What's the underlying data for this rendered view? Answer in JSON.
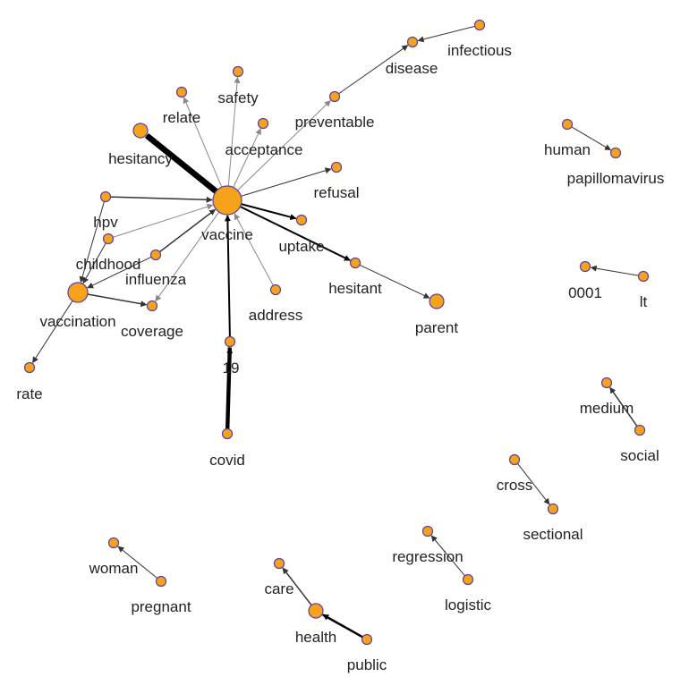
{
  "colors": {
    "node_fill": "#f7a21b",
    "node_stroke": "#5a3fa0",
    "edge_strong": "#000000",
    "edge_medium": "#333333",
    "edge_light": "#888888",
    "label": "#222222"
  },
  "nodes": [
    {
      "id": "vaccine",
      "label": "vaccine",
      "size": "xl"
    },
    {
      "id": "hesitancy",
      "label": "hesitancy",
      "size": "m"
    },
    {
      "id": "relate",
      "label": "relate",
      "size": "s"
    },
    {
      "id": "safety",
      "label": "safety",
      "size": "s"
    },
    {
      "id": "acceptance",
      "label": "acceptance",
      "size": "s"
    },
    {
      "id": "preventable",
      "label": "preventable",
      "size": "s"
    },
    {
      "id": "disease",
      "label": "disease",
      "size": "s"
    },
    {
      "id": "infectious",
      "label": "infectious",
      "size": "s"
    },
    {
      "id": "refusal",
      "label": "refusal",
      "size": "s"
    },
    {
      "id": "uptake",
      "label": "uptake",
      "size": "s"
    },
    {
      "id": "hesitant",
      "label": "hesitant",
      "size": "s"
    },
    {
      "id": "parent",
      "label": "parent",
      "size": "m"
    },
    {
      "id": "address",
      "label": "address",
      "size": "s"
    },
    {
      "id": "19",
      "label": "19",
      "size": "s"
    },
    {
      "id": "covid",
      "label": "covid",
      "size": "s"
    },
    {
      "id": "hpv",
      "label": "hpv",
      "size": "s"
    },
    {
      "id": "childhood",
      "label": "childhood",
      "size": "s"
    },
    {
      "id": "influenza",
      "label": "influenza",
      "size": "s"
    },
    {
      "id": "vaccination",
      "label": "vaccination",
      "size": "l"
    },
    {
      "id": "coverage",
      "label": "coverage",
      "size": "s"
    },
    {
      "id": "rate",
      "label": "rate",
      "size": "s"
    },
    {
      "id": "human",
      "label": "human",
      "size": "s"
    },
    {
      "id": "papillomavirus",
      "label": "papillomavirus",
      "size": "s"
    },
    {
      "id": "0001",
      "label": "0001",
      "size": "s"
    },
    {
      "id": "lt",
      "label": "lt",
      "size": "s"
    },
    {
      "id": "medium",
      "label": "medium",
      "size": "s"
    },
    {
      "id": "social",
      "label": "social",
      "size": "s"
    },
    {
      "id": "cross",
      "label": "cross",
      "size": "s"
    },
    {
      "id": "sectional",
      "label": "sectional",
      "size": "s"
    },
    {
      "id": "woman",
      "label": "woman",
      "size": "s"
    },
    {
      "id": "pregnant",
      "label": "pregnant",
      "size": "s"
    },
    {
      "id": "care",
      "label": "care",
      "size": "s"
    },
    {
      "id": "health",
      "label": "health",
      "size": "m"
    },
    {
      "id": "public",
      "label": "public",
      "size": "s"
    },
    {
      "id": "regression",
      "label": "regression",
      "size": "s"
    },
    {
      "id": "logistic",
      "label": "logistic",
      "size": "s"
    }
  ],
  "edges": [
    {
      "source": "vaccine",
      "target": "hesitancy",
      "weight": 6
    },
    {
      "source": "vaccine",
      "target": "relate",
      "weight": 1
    },
    {
      "source": "vaccine",
      "target": "safety",
      "weight": 1
    },
    {
      "source": "vaccine",
      "target": "acceptance",
      "weight": 1
    },
    {
      "source": "vaccine",
      "target": "preventable",
      "weight": 1
    },
    {
      "source": "preventable",
      "target": "disease",
      "weight": 1
    },
    {
      "source": "infectious",
      "target": "disease",
      "weight": 1
    },
    {
      "source": "vaccine",
      "target": "refusal",
      "weight": 1
    },
    {
      "source": "vaccine",
      "target": "uptake",
      "weight": 2
    },
    {
      "source": "vaccine",
      "target": "hesitant",
      "weight": 2
    },
    {
      "source": "hesitant",
      "target": "parent",
      "weight": 1
    },
    {
      "source": "address",
      "target": "vaccine",
      "weight": 1
    },
    {
      "source": "19",
      "target": "vaccine",
      "weight": 2
    },
    {
      "source": "covid",
      "target": "19",
      "weight": 4
    },
    {
      "source": "hpv",
      "target": "vaccine",
      "weight": 1.5
    },
    {
      "source": "childhood",
      "target": "vaccine",
      "weight": 1
    },
    {
      "source": "influenza",
      "target": "vaccine",
      "weight": 1.5
    },
    {
      "source": "vaccination",
      "target": "coverage",
      "weight": 1.5
    },
    {
      "source": "vaccine",
      "target": "coverage",
      "weight": 1
    },
    {
      "source": "hpv",
      "target": "vaccination",
      "weight": 1
    },
    {
      "source": "childhood",
      "target": "vaccination",
      "weight": 1
    },
    {
      "source": "influenza",
      "target": "vaccination",
      "weight": 1
    },
    {
      "source": "vaccination",
      "target": "rate",
      "weight": 1
    },
    {
      "source": "human",
      "target": "papillomavirus",
      "weight": 1
    },
    {
      "source": "lt",
      "target": "0001",
      "weight": 1
    },
    {
      "source": "social",
      "target": "medium",
      "weight": 1.5
    },
    {
      "source": "cross",
      "target": "sectional",
      "weight": 1
    },
    {
      "source": "pregnant",
      "target": "woman",
      "weight": 1
    },
    {
      "source": "health",
      "target": "care",
      "weight": 1.5
    },
    {
      "source": "public",
      "target": "health",
      "weight": 2.5
    },
    {
      "source": "logistic",
      "target": "regression",
      "weight": 1
    }
  ]
}
